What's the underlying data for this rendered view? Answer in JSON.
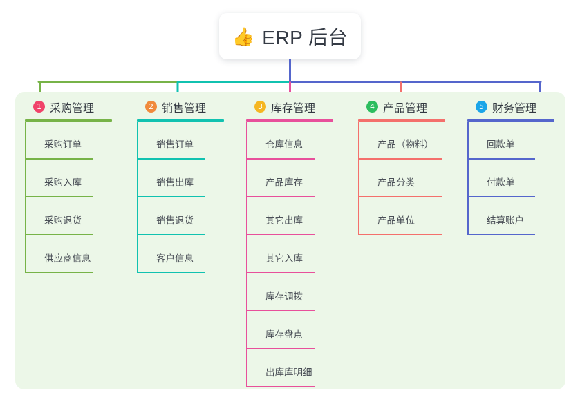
{
  "root": {
    "emoji": "👍",
    "emoji_name": "thumbs-up-icon",
    "title": "ERP 后台"
  },
  "colors": {
    "panel_background": "#ecf7e8",
    "root_card_background": "#ffffff",
    "trunk_line": "#5566cc",
    "branch_green": "#77b348",
    "branch_teal": "#11c2b0",
    "branch_pink": "#e8509b",
    "branch_red": "#f4706c",
    "branch_blue": "#5566cc",
    "badge_1": "#f0436a",
    "badge_2": "#f08a3c",
    "badge_3": "#f5b622",
    "badge_4": "#2cbd5e",
    "badge_5": "#1aa5e8"
  },
  "columns": [
    {
      "number": "1",
      "title": "采购管理",
      "badge_color": "#f0436a",
      "line_color": "#77b348",
      "items": [
        {
          "label": "采购订单"
        },
        {
          "label": "采购入库"
        },
        {
          "label": "采购退货"
        },
        {
          "label": "供应商信息"
        }
      ]
    },
    {
      "number": "2",
      "title": "销售管理",
      "badge_color": "#f08a3c",
      "line_color": "#11c2b0",
      "items": [
        {
          "label": "销售订单"
        },
        {
          "label": "销售出库"
        },
        {
          "label": "销售退货"
        },
        {
          "label": "客户信息"
        }
      ]
    },
    {
      "number": "3",
      "title": "库存管理",
      "badge_color": "#f5b622",
      "line_color": "#e8509b",
      "items": [
        {
          "label": "仓库信息"
        },
        {
          "label": "产品库存"
        },
        {
          "label": "其它出库"
        },
        {
          "label": "其它入库"
        },
        {
          "label": "库存调拨"
        },
        {
          "label": "库存盘点"
        },
        {
          "label": "出库库明细"
        }
      ]
    },
    {
      "number": "4",
      "title": "产品管理",
      "badge_color": "#2cbd5e",
      "line_color": "#f4706c",
      "items": [
        {
          "label": "产品（物料）"
        },
        {
          "label": "产品分类"
        },
        {
          "label": "产品单位"
        }
      ]
    },
    {
      "number": "5",
      "title": "财务管理",
      "badge_color": "#1aa5e8",
      "line_color": "#5566cc",
      "items": [
        {
          "label": "回款单"
        },
        {
          "label": "付款单"
        },
        {
          "label": "结算账户"
        }
      ]
    }
  ]
}
